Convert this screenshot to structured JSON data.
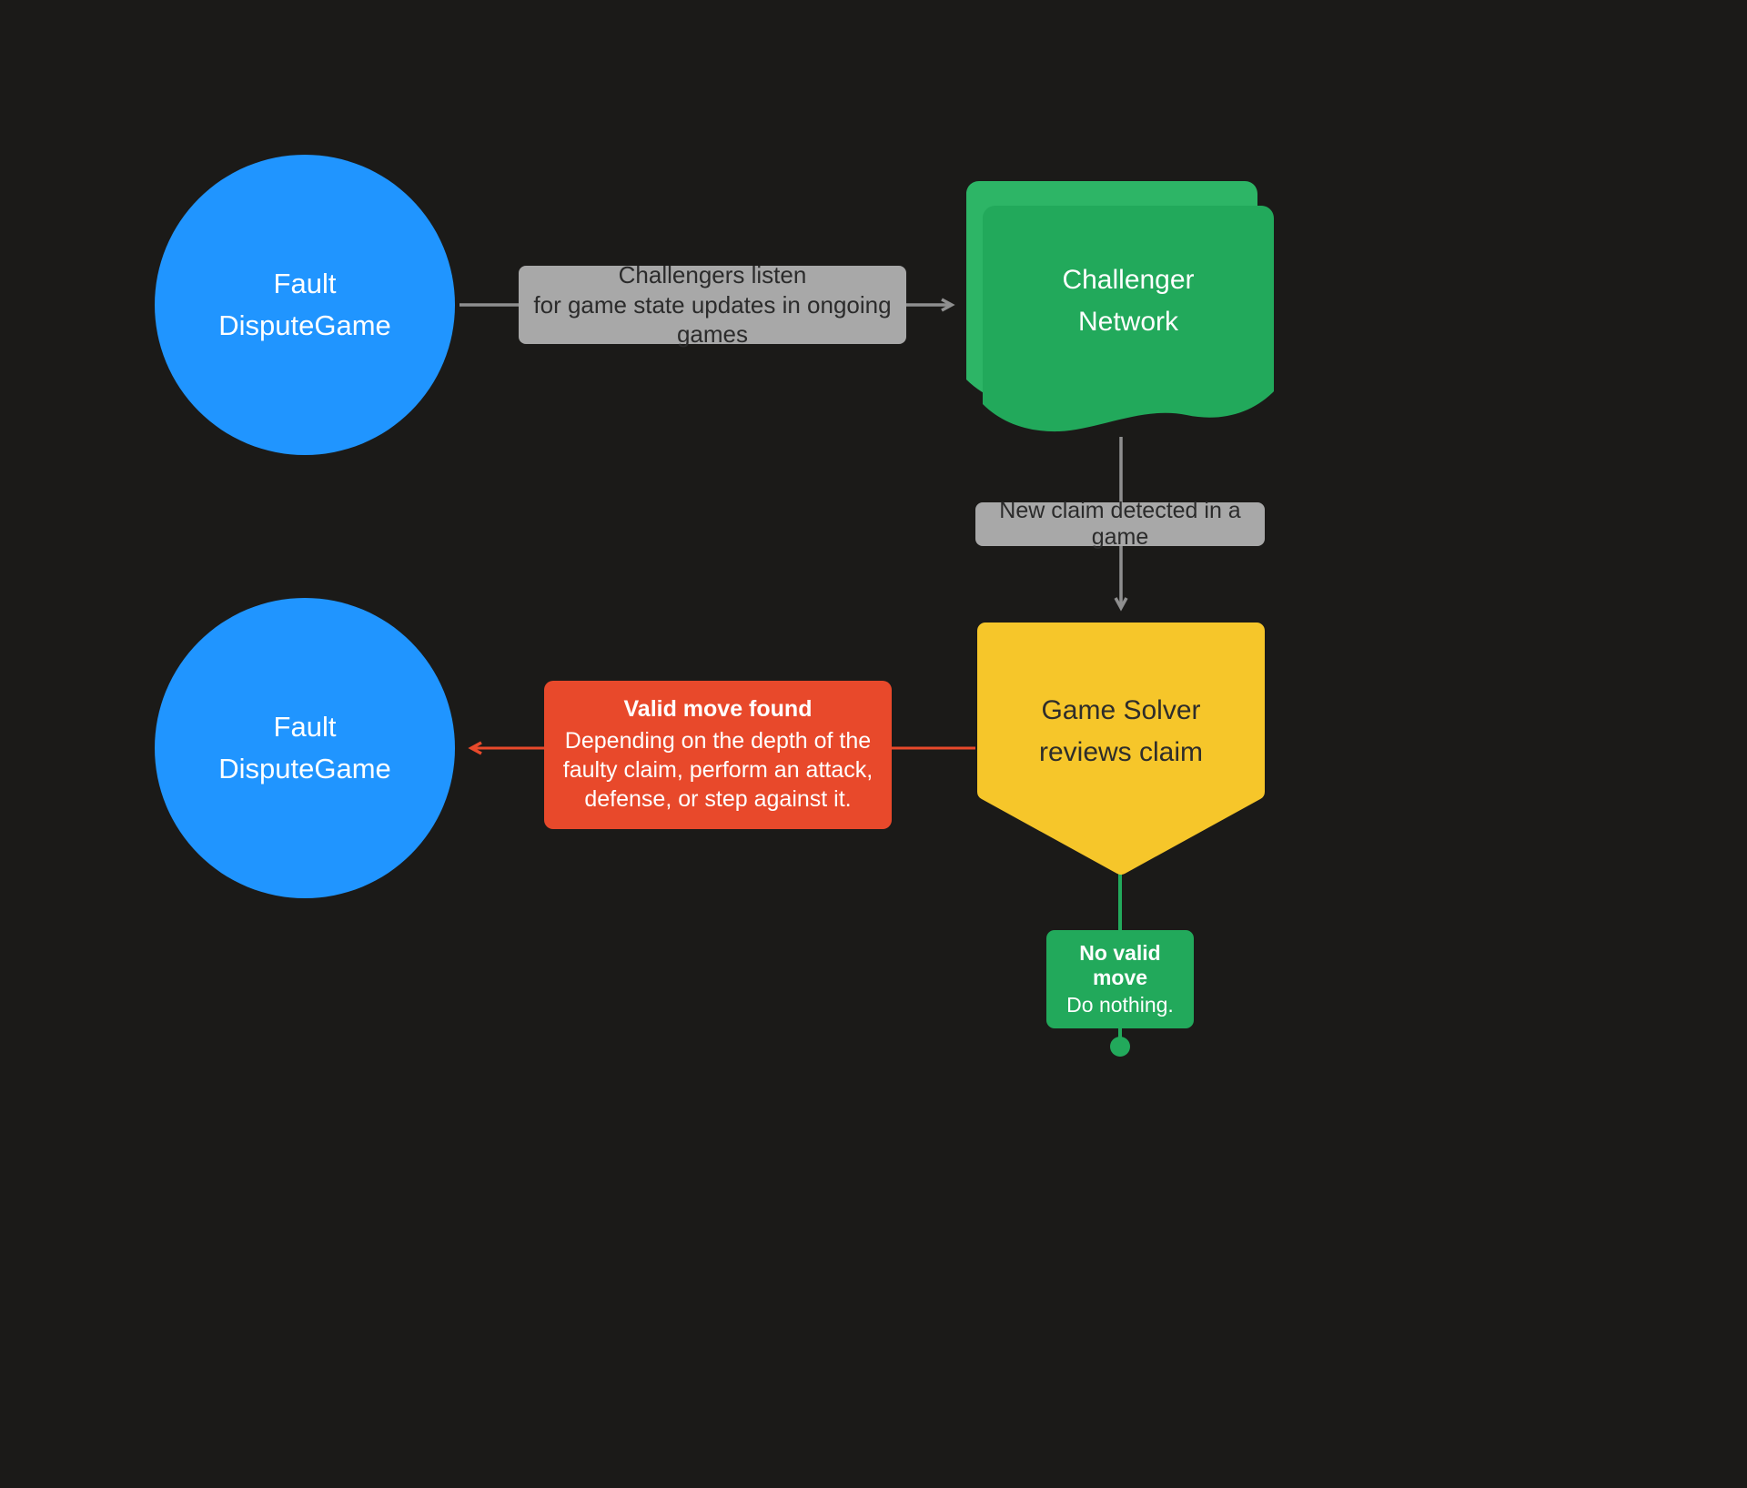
{
  "colors": {
    "background": "#1b1a18",
    "node_blue": "#2095ff",
    "node_green": "#22a95b",
    "node_green_back": "#2db566",
    "node_yellow": "#f6c62a",
    "box_red": "#e8492b",
    "label_gray_bg": "#a8a8a8",
    "label_gray_text": "#2b2b2b",
    "connector_gray": "#8f8f8f",
    "text_light": "#ffffff",
    "text_dark": "#2e2d2b"
  },
  "nodes": {
    "fault_dispute_top": {
      "label": "Fault\nDisputeGame"
    },
    "challenger_network": {
      "label": "Challenger\nNetwork"
    },
    "game_solver": {
      "label": "Game Solver\nreviews claim"
    },
    "fault_dispute_bottom": {
      "label": "Fault\nDisputeGame"
    }
  },
  "edges": {
    "challengers_listen": {
      "label": "Challengers listen\nfor game state updates in ongoing games"
    },
    "new_claim": {
      "label": "New claim detected in a game"
    },
    "valid_move": {
      "title": "Valid move found",
      "body": "Depending on the depth of the faulty claim, perform an attack, defense, or step against it."
    },
    "no_valid_move": {
      "title": "No valid move",
      "body": "Do nothing."
    }
  }
}
